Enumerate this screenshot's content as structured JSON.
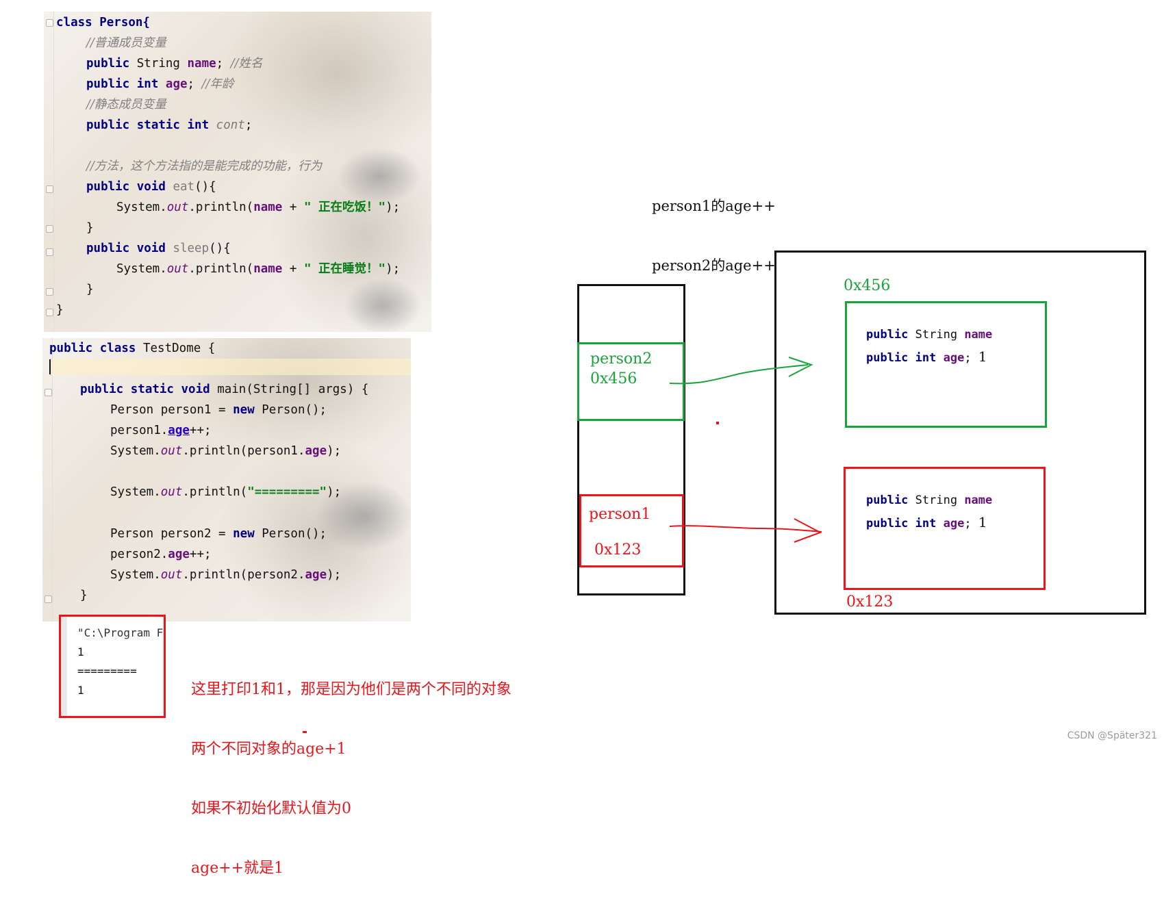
{
  "person_class": {
    "class_decl": "class Person{",
    "comment_members": "//普通成员变量",
    "name_decl": {
      "kw": "public",
      "type": " String ",
      "field": "name",
      "rest": "; ",
      "comment": "//姓名"
    },
    "age_decl": {
      "kw": "public",
      "sp": " ",
      "type_kw": "int",
      "sp2": " ",
      "field": "age",
      "rest": "; ",
      "comment": "//年龄"
    },
    "comment_static": "//静态成员变量",
    "cont_decl": {
      "kw": "public static int",
      "field": " cont",
      "rest": ";"
    },
    "comment_method": "//方法，这个方法指的是能完成的功能，行为",
    "eat_sig": {
      "kw": "public void",
      "name": " eat",
      "rest": "(){"
    },
    "eat_body": {
      "prefix": "System.",
      "out": "out",
      "mid": ".println(",
      "field": "name",
      "op": " + ",
      "str": "\" 正在吃饭！\"",
      "end": ");"
    },
    "close_brace": "}",
    "sleep_sig": {
      "kw": "public void",
      "name": " sleep",
      "rest": "(){"
    },
    "sleep_body": {
      "prefix": "System.",
      "out": "out",
      "mid": ".println(",
      "field": "name",
      "op": " + ",
      "str": "\" 正在睡觉！\"",
      "end": ");"
    },
    "class_close": "}"
  },
  "test_class": {
    "class_decl_kw": "public class",
    "class_decl_rest": " TestDome {",
    "main_kw": "public static void",
    "main_rest": " main(String[] args) {",
    "l1": {
      "a": "Person person1 = ",
      "kw": "new",
      "b": " Person();"
    },
    "l2": {
      "a": "person1.",
      "f": "age",
      "b": "++;"
    },
    "l3": {
      "a": "System.",
      "out": "out",
      "b": ".println(person1.",
      "f": "age",
      "c": ");"
    },
    "l4": {
      "a": "System.",
      "out": "out",
      "b": ".println(",
      "s": "\"=========\"",
      "c": ");"
    },
    "l5": {
      "a": "Person person2 = ",
      "kw": "new",
      "b": " Person();"
    },
    "l6": {
      "a": "person2.",
      "f": "age",
      "b": "++;"
    },
    "l7": {
      "a": "System.",
      "out": "out",
      "b": ".println(person2.",
      "f": "age",
      "c": ");"
    },
    "close": "}"
  },
  "console": {
    "line1": "\"C:\\Program F:",
    "line2": "1",
    "line3": "=========",
    "line4": "1"
  },
  "annotation_red": {
    "line1": "这里打印1和1，那是因为他们是两个不同的对象",
    "line2": "两个不同对象的age+1",
    "line3": "如果不初始化默认值为0",
    "line4": "age++就是1"
  },
  "annotation_top": {
    "line1": "person1的age++",
    "line2": "person2的age++"
  },
  "stack": {
    "person2_name": "person2",
    "person2_addr": "0x456",
    "person1_name": "person1",
    "person1_addr": "0x123"
  },
  "heap": {
    "green_addr": "0x456",
    "red_addr": "0x123",
    "obj_line1": {
      "kw": "public",
      "type": " String ",
      "field": "name"
    },
    "obj_line2": {
      "kw": "public int",
      "sp": " ",
      "field": "age",
      "rest": "; ",
      "val": "1"
    }
  },
  "watermark": "CSDN @Später321",
  "colors": {
    "red": "#e8151b",
    "green": "#1aa33a",
    "keyword": "#000080",
    "field": "#660e7a",
    "string": "#067d17"
  }
}
